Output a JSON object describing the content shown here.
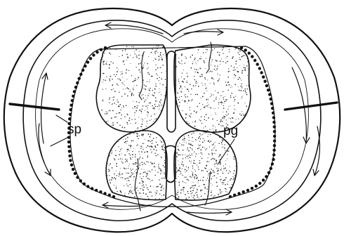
{
  "figure": {
    "labels": {
      "sp": "sp",
      "pg": "pg"
    },
    "colors": {
      "ink": "#111111",
      "paper": "#ffffff",
      "stipple": "#2a2a2a"
    },
    "icons": [
      "arrow-icon",
      "pointer-line"
    ]
  }
}
